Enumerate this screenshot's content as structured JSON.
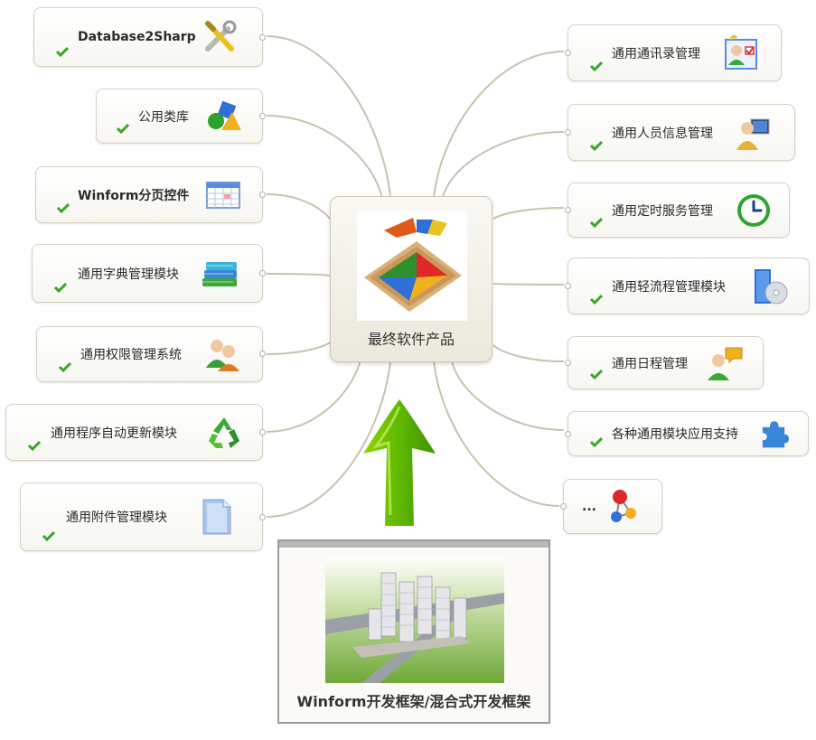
{
  "center": {
    "label": "最终软件产品",
    "icon": "tangram-puzzle-icon"
  },
  "base": {
    "label": "Winform开发框架/混合式开发框架",
    "icon": "building-complex-image"
  },
  "left_nodes": [
    {
      "id": "database2sharp",
      "label": "Database2Sharp",
      "icon": "tools-icon",
      "checked": true
    },
    {
      "id": "common-library",
      "label": "公用类库",
      "icon": "shapes-icon",
      "checked": true
    },
    {
      "id": "winform-pager",
      "label": "Winform分页控件",
      "icon": "table-grid-icon",
      "checked": true
    },
    {
      "id": "dictionary-module",
      "label": "通用字典管理模块",
      "icon": "books-icon",
      "checked": true
    },
    {
      "id": "permission-system",
      "label": "通用权限管理系统",
      "icon": "users-icon",
      "checked": true
    },
    {
      "id": "auto-update-module",
      "label": "通用程序自动更新模块",
      "icon": "recycle-icon",
      "checked": true
    },
    {
      "id": "attachment-module",
      "label": "通用附件管理模块",
      "icon": "folder-icon",
      "checked": true
    }
  ],
  "right_nodes": [
    {
      "id": "contacts-management",
      "label": "通用通讯录管理",
      "icon": "contact-card-icon",
      "checked": true
    },
    {
      "id": "personnel-management",
      "label": "通用人员信息管理",
      "icon": "user-computer-icon",
      "checked": true
    },
    {
      "id": "timer-service",
      "label": "通用定时服务管理",
      "icon": "clock-icon",
      "checked": true
    },
    {
      "id": "workflow-module",
      "label": "通用轻流程管理模块",
      "icon": "server-cd-icon",
      "checked": true
    },
    {
      "id": "schedule-management",
      "label": "通用日程管理",
      "icon": "user-chat-icon",
      "checked": true
    },
    {
      "id": "module-support",
      "label": "各种通用模块应用支持",
      "icon": "puzzle-piece-icon",
      "checked": true
    },
    {
      "id": "more",
      "label": "...",
      "icon": "molecule-icon",
      "checked": false
    }
  ],
  "colors": {
    "connector": "#c9c2b0",
    "check": "#3aa52b",
    "arrow": "#5fb800",
    "node_border": "#d6d1c2"
  }
}
